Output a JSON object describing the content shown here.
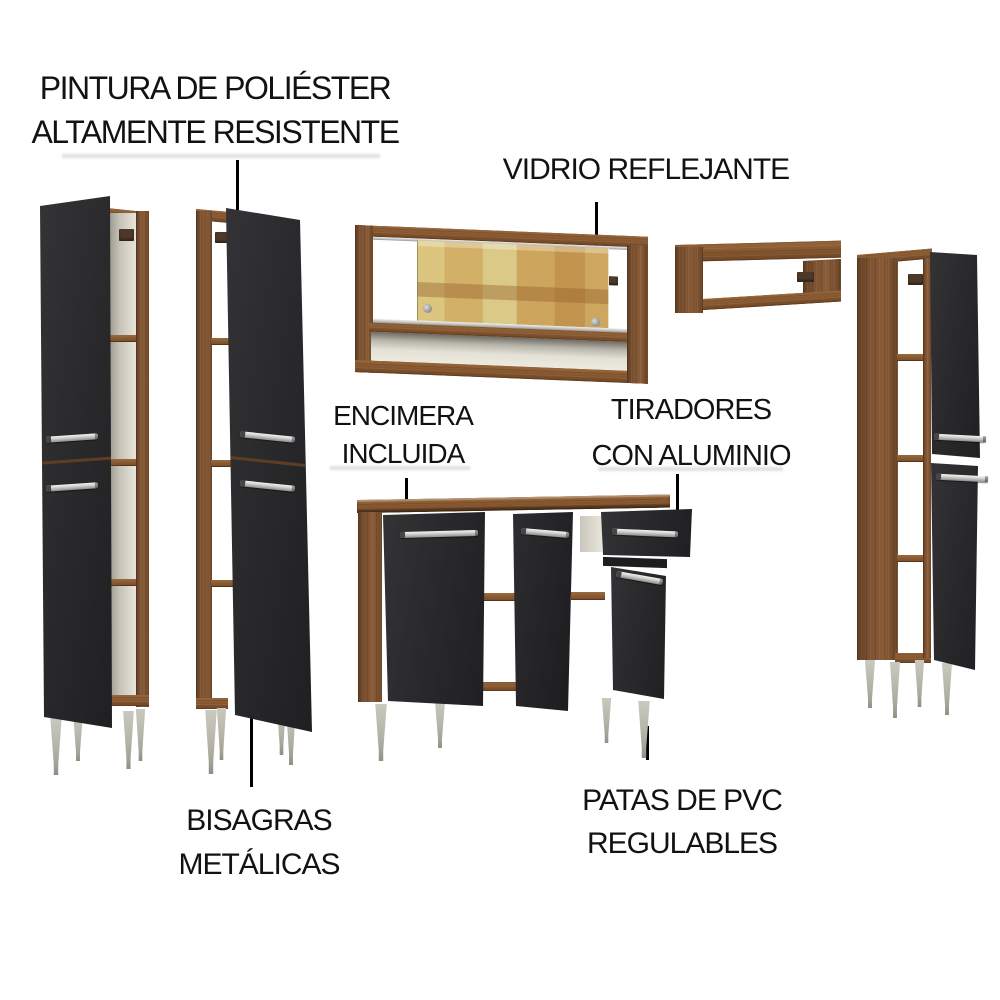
{
  "callouts": {
    "pintura": {
      "line1": "PINTURA DE POLIÉSTER",
      "line2": "ALTAMENTE RESISTENTE"
    },
    "vidrio": {
      "line1": "VIDRIO REFLEJANTE"
    },
    "encimera": {
      "line1": "ENCIMERA",
      "line2": "INCLUIDA"
    },
    "tiradores": {
      "line1": "TIRADORES",
      "line2": "CON ALUMINIO"
    },
    "bisagras": {
      "line1": "BISAGRAS",
      "line2": "METÁLICAS"
    },
    "patas": {
      "line1": "PATAS DE PVC",
      "line2": "REGULABLES"
    }
  },
  "palette": {
    "background": "#ffffff",
    "text": "#121212",
    "pointer_line": "#000000",
    "wood": "#7c5232",
    "wood_light": "#96653a",
    "door_black": "#28282b",
    "interior_cream": "#e7e4d9",
    "handle_silver": "#d2d2d0",
    "leg_gray": "#b4b3a7",
    "glass_amber": "#cda55c"
  },
  "furniture_items": [
    "tall-cabinet-left-1",
    "tall-cabinet-left-2",
    "wall-cabinet-glass",
    "wall-cabinet-small",
    "base-cabinet-with-counter",
    "tall-cabinet-right"
  ]
}
